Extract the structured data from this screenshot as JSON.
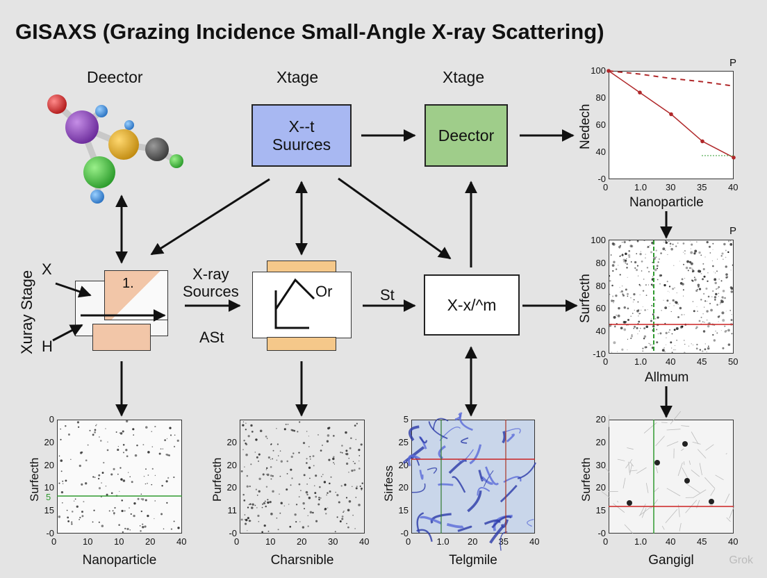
{
  "title": "GISAXS (Grazing Incidence Small-Angle X-ray Scattering)",
  "headers": {
    "molecule": "Deector",
    "xray_box": "Xtage",
    "detector_box": "Xtage"
  },
  "boxes": {
    "xray_sources": "X-‑t\nSuurces",
    "detector": "Deector",
    "xyz": "X-x/^m"
  },
  "sample_stage": {
    "vertical_label": "Xuray Stage",
    "x_label": "X",
    "h_label": "H",
    "inner_number": "1."
  },
  "middle_labels": {
    "xray_sources": "X-ray\nSources",
    "ast": "ASt",
    "or": "Or",
    "st": "St"
  },
  "top_chart": {
    "corner": "P",
    "ylabel": "Nedech",
    "xlabel": "Nanoparticle",
    "yticks": [
      "100",
      "80",
      "60",
      "40",
      "-0"
    ],
    "xticks": [
      "0",
      "1.0",
      "30",
      "35",
      "40"
    ]
  },
  "mid_chart": {
    "corner": "P",
    "ylabel": "Surfecth",
    "xlabel": "Allmum",
    "yticks": [
      "100",
      "80",
      "80",
      "60",
      "40",
      "-10"
    ],
    "xticks": [
      "0",
      "1.0",
      "40",
      "45",
      "50"
    ]
  },
  "bottom_panels": [
    {
      "ylabel": "Surfecth",
      "xlabel": "Nanoparticle",
      "yticks": [
        "0",
        "20",
        "20",
        "10",
        "15",
        "-0"
      ],
      "xticks": [
        "0",
        "10",
        "10",
        "20",
        "40"
      ],
      "marker": "5"
    },
    {
      "ylabel": "Purfecth",
      "xlabel": "Charsnible",
      "yticks": [
        "",
        "20",
        "20",
        "20",
        "11",
        "-0"
      ],
      "xticks": [
        "0",
        "10",
        "20",
        "30",
        "40"
      ]
    },
    {
      "ylabel": "Sirfess",
      "xlabel": "Telgmile",
      "yticks": [
        "5",
        "25",
        "20",
        "20",
        "15",
        "-0"
      ],
      "xticks": [
        "0",
        "1.0",
        "20",
        "35",
        "40"
      ]
    },
    {
      "ylabel": "Surfecth",
      "xlabel": "Gangigl",
      "yticks": [
        "20",
        "20",
        "30",
        "20",
        "15",
        "-0"
      ],
      "xticks": [
        "0",
        "1.0",
        "40",
        "45",
        "40"
      ]
    }
  ],
  "watermark": "Grok",
  "colors": {
    "xray_box": "#a8b8f2",
    "detector_box": "#9fcd8a",
    "peach": "#f2c6a8",
    "orange": "#f5c88a",
    "red_line": "#b0282a",
    "green_line": "#2e9a2e"
  },
  "chart_data": [
    {
      "type": "line",
      "title": "",
      "xlabel": "Nanoparticle",
      "ylabel": "Nedech",
      "x": [
        "0",
        "1.0",
        "30",
        "35",
        "40"
      ],
      "ylim": [
        0,
        100
      ],
      "series": [
        {
          "values": [
            100,
            80,
            60,
            35,
            20
          ]
        },
        {
          "values": [
            100,
            97,
            93,
            90,
            86
          ]
        }
      ]
    }
  ]
}
